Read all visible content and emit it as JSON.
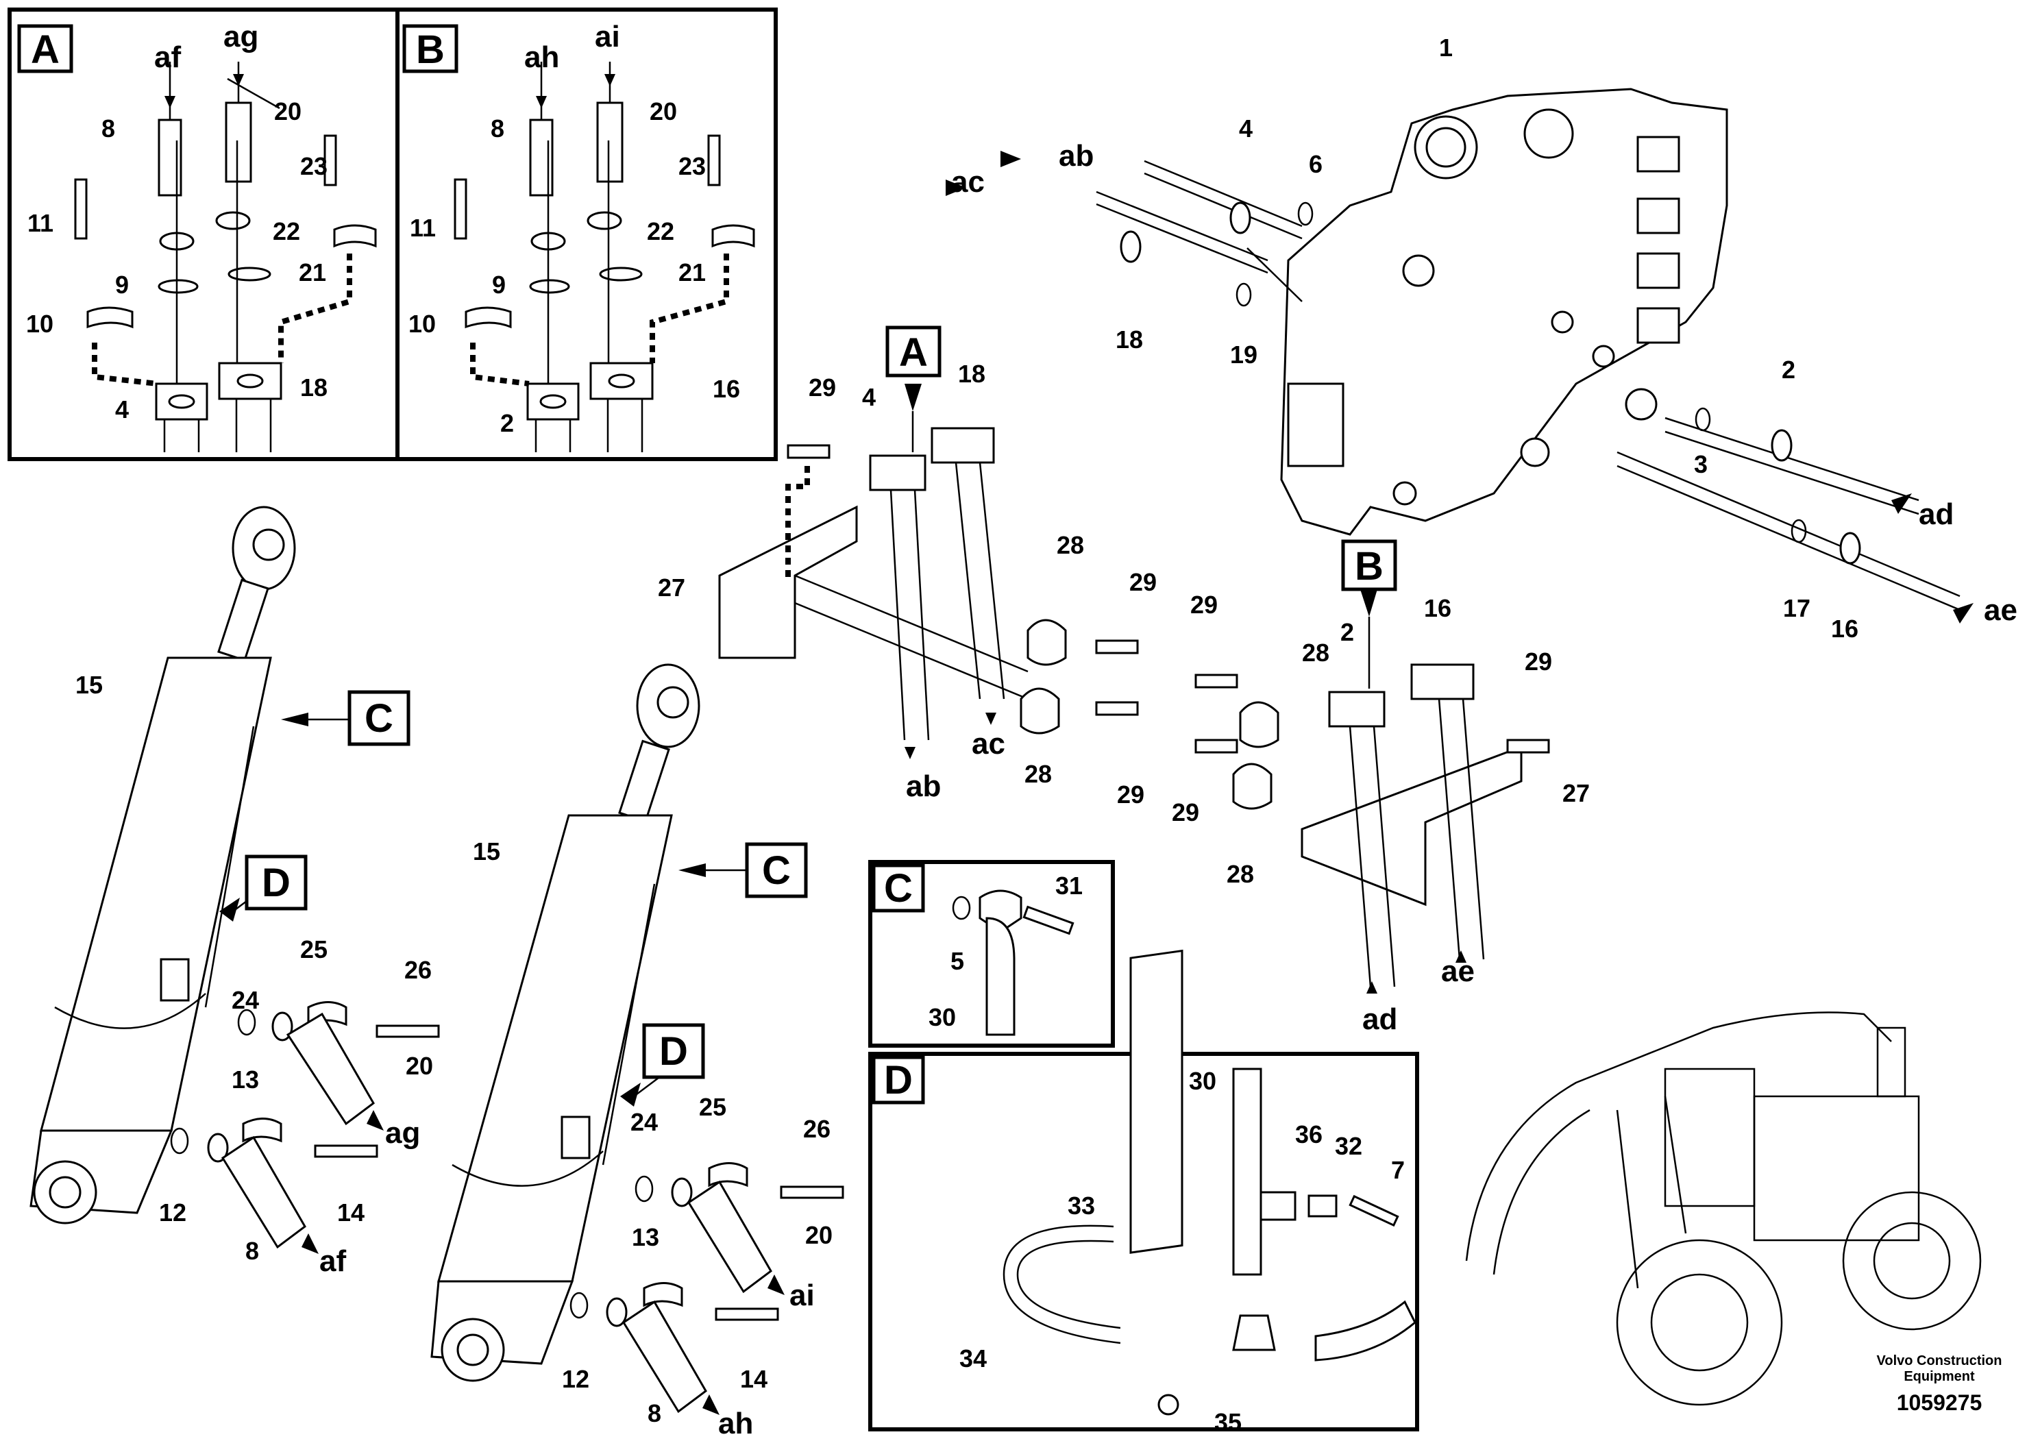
{
  "document": {
    "credit": [
      "Volvo Construction",
      "Equipment"
    ],
    "illustration_number": "1059275"
  },
  "detail_boxes": {
    "A": "A",
    "B": "B",
    "C": "C",
    "D": "D"
  },
  "callout_letters": [
    "ab",
    "ac",
    "ad",
    "ae",
    "af",
    "ag",
    "ah",
    "ai"
  ],
  "part_numbers": [
    "1",
    "2",
    "3",
    "4",
    "5",
    "6",
    "7",
    "8",
    "9",
    "10",
    "11",
    "12",
    "13",
    "14",
    "15",
    "16",
    "17",
    "18",
    "19",
    "20",
    "21",
    "22",
    "23",
    "24",
    "25",
    "26",
    "27",
    "28",
    "29",
    "30",
    "31",
    "32",
    "33",
    "34",
    "35",
    "36"
  ]
}
